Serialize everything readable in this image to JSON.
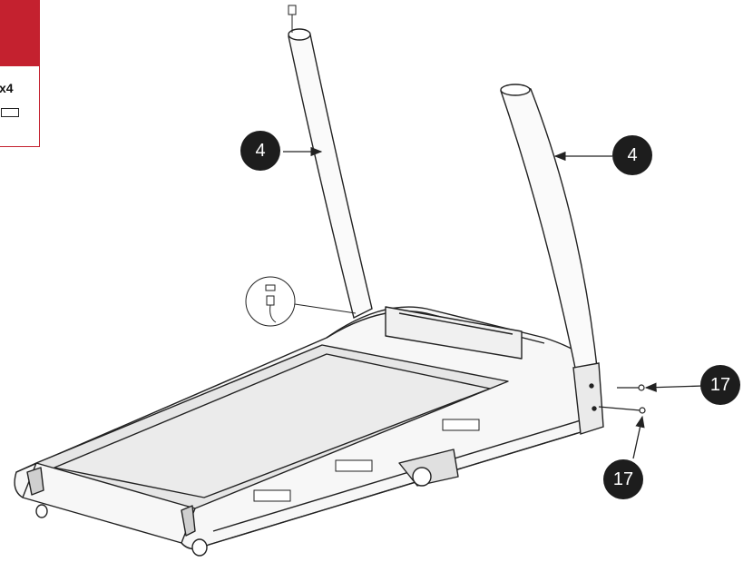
{
  "parts_box": {
    "quantity_label": "x4"
  },
  "callouts": [
    {
      "id": "left-upright",
      "label": "4"
    },
    {
      "id": "right-upright",
      "label": "4"
    },
    {
      "id": "bolt-upper",
      "label": "17"
    },
    {
      "id": "bolt-lower",
      "label": "17"
    }
  ],
  "colors": {
    "accent": "#c4212f",
    "callout_fill": "#1d1d1d",
    "line": "#222222"
  }
}
